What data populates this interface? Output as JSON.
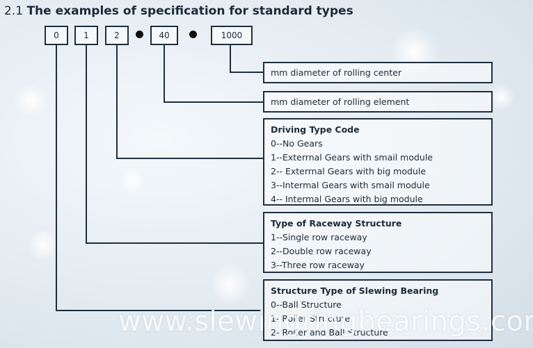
{
  "title": {
    "number": "2.1",
    "text": "The examples of specification for standard types"
  },
  "code_parts": [
    "0",
    "1",
    "2",
    "40",
    "1000"
  ],
  "boxes": {
    "rolling_center": {
      "lines": [
        "mm diameter of rolling center"
      ]
    },
    "rolling_element": {
      "lines": [
        "mm diameter of rolling element"
      ]
    },
    "driving_type": {
      "heading": "Driving Type Code",
      "items": [
        "0--No Gears",
        "1--Exterrnal Gears with smail module",
        "2-- Exterrnal Gears with big module",
        "3--Intermal Gears with smail module",
        "4-- Intermal Gears with big module"
      ]
    },
    "raceway": {
      "heading": "Type of Raceway Structure",
      "items": [
        "1--Single row raceway",
        "2--Double row raceway",
        "3--Three row raceway"
      ]
    },
    "structure_type": {
      "heading": "Structure Type of Slewing Bearing",
      "items": [
        "0--Ball Structure",
        "1- Roller Structure",
        "2- Roller and Ball Structure"
      ]
    }
  },
  "watermark": "www.slewingringbearings.com"
}
